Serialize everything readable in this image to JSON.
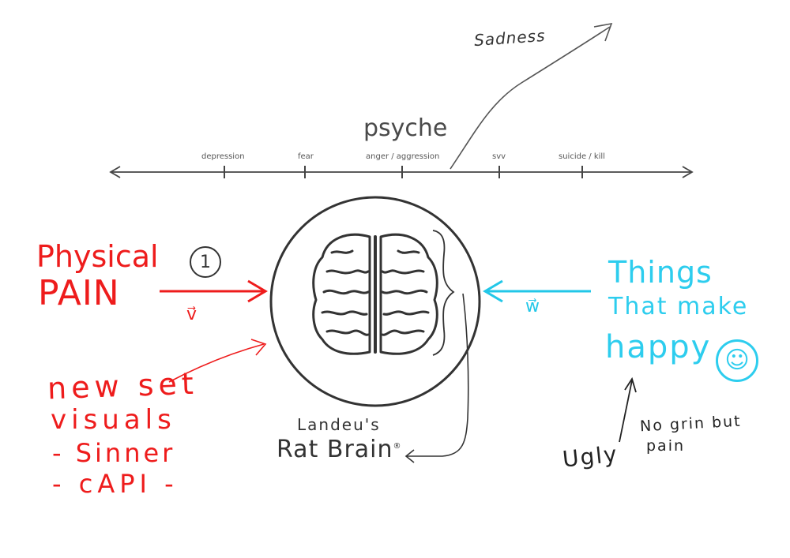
{
  "title": "psyche",
  "scale_ticks": [
    "depression",
    "fear",
    "anger / aggression",
    "svv",
    "suicide / kill"
  ],
  "sadness_label": "Sadness",
  "physical_pain": {
    "line1": "Physical",
    "line2": "PAIN"
  },
  "step_number": "1",
  "vector_v": "v⃗",
  "vector_w": "w⃗",
  "things": {
    "line1": "Things",
    "line2": "That make",
    "line3": "happy"
  },
  "smiley": "☺",
  "caption": {
    "line1": "Landeu's",
    "line2": "Rat Brain"
  },
  "trademark": "®",
  "notes": {
    "line1": "new set",
    "line2": "visuals",
    "line3": "- Sinner",
    "line4": "- cAPI -"
  },
  "ugly_note": {
    "ugly": "Ugly",
    "line1": "No grin but",
    "line2": "pain"
  },
  "colors": {
    "red": "#ee1c1c",
    "cyan": "#2dcdee",
    "ink": "#333333"
  }
}
